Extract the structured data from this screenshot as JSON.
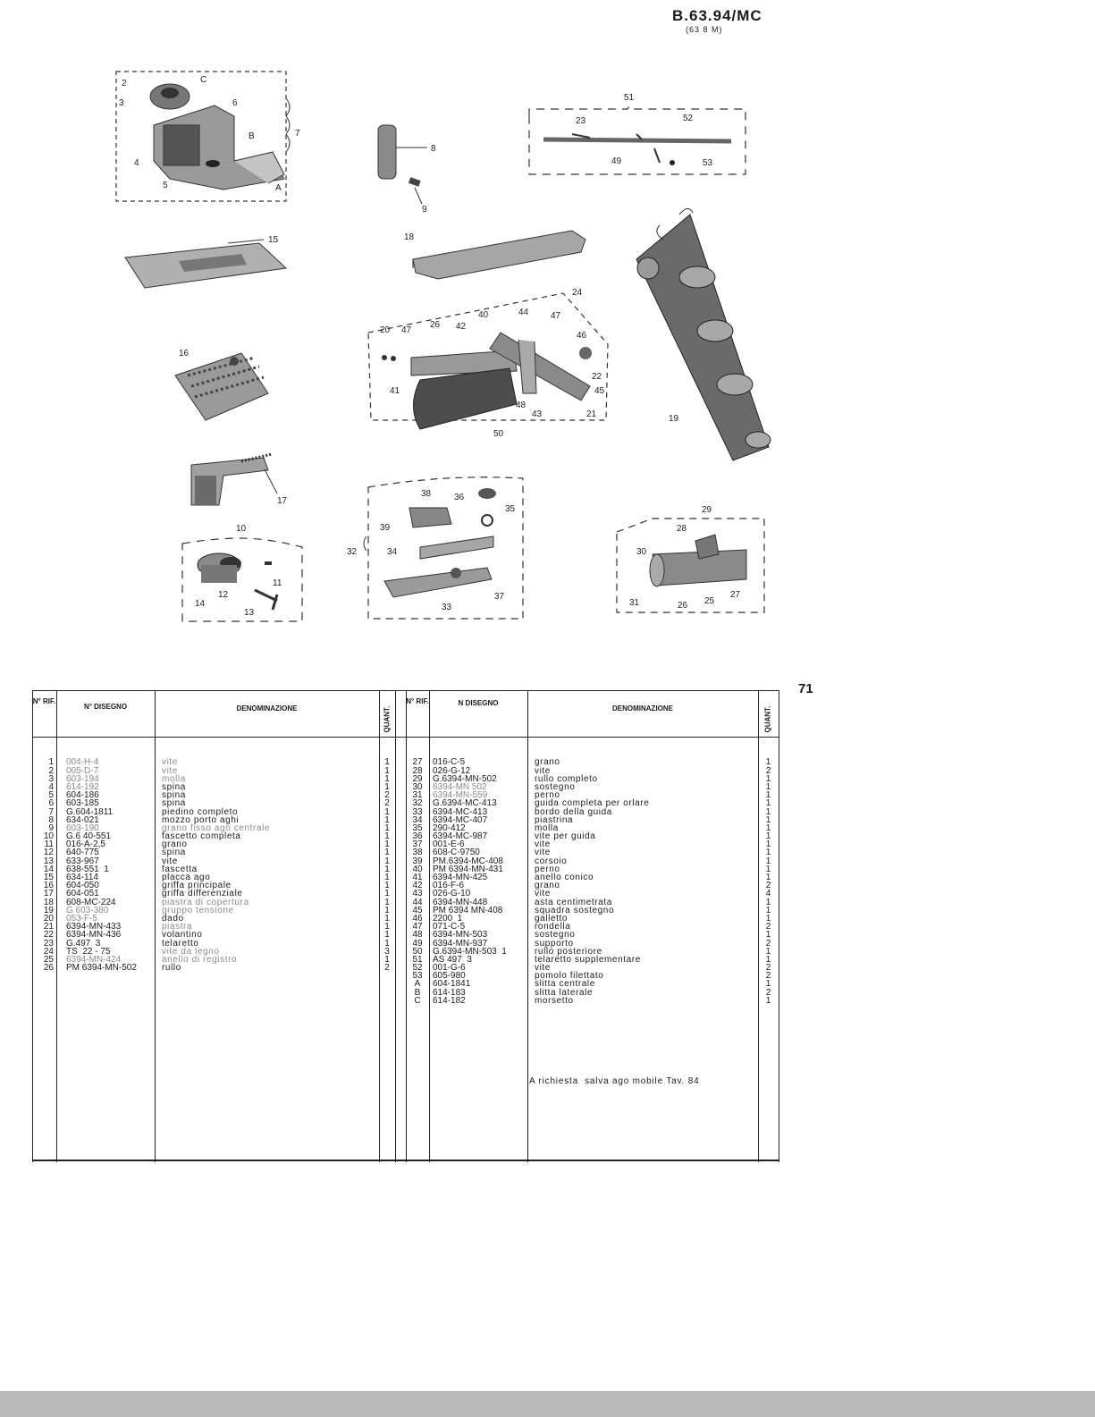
{
  "header": {
    "code": "B.63.94/MC",
    "subcode": "(63 8 M)"
  },
  "page_number": "71",
  "callouts": {
    "g7": [
      "2",
      "C",
      "3",
      "6",
      "B",
      "7",
      "4",
      "5",
      "A"
    ],
    "pin": [
      "8",
      "9"
    ],
    "plate": [
      "15"
    ],
    "cover": [
      "18"
    ],
    "g51": [
      "51",
      "23",
      "52",
      "49",
      "53"
    ],
    "g50": [
      "24",
      "20",
      "47",
      "26",
      "42",
      "40",
      "44",
      "47",
      "46",
      "22",
      "41",
      "45",
      "48",
      "43",
      "21",
      "50"
    ],
    "tension": [
      "19"
    ],
    "feed": [
      "16"
    ],
    "hook": [
      "17"
    ],
    "g10": [
      "10",
      "11",
      "14",
      "12",
      "13"
    ],
    "g32": [
      "38",
      "36",
      "35",
      "39",
      "32",
      "34",
      "33",
      "37"
    ],
    "g29": [
      "29",
      "28",
      "30",
      "31",
      "26",
      "25",
      "27"
    ]
  },
  "table": {
    "headers": {
      "rif": "N° RIF.",
      "disegno": "N° DISEGNO",
      "denominazione": "DENOMINAZIONE",
      "quant": "QUANT.",
      "rif2": "N° RIF.",
      "disegno2": "N DISEGNO",
      "denominazione2": "DENOMINAZIONE",
      "quant2": "QUANT."
    },
    "left_rows": [
      {
        "rif": "1",
        "disegno": "004-H-4",
        "den": "vite",
        "q": "1"
      },
      {
        "rif": "2",
        "disegno": "005-D-7",
        "den": "vite",
        "q": "1"
      },
      {
        "rif": "3",
        "disegno": "603-194",
        "den": "molla",
        "q": "1"
      },
      {
        "rif": "4",
        "disegno": "614-192",
        "den": "spina",
        "q": "1"
      },
      {
        "rif": "5",
        "disegno": "604-186",
        "den": "spina",
        "q": "2"
      },
      {
        "rif": "6",
        "disegno": "603-185",
        "den": "spina",
        "q": "2"
      },
      {
        "rif": "7",
        "disegno": "G.604-1811",
        "den": "piedino completo",
        "q": "1"
      },
      {
        "rif": "8",
        "disegno": "634-021",
        "den": "mozzo porto aghi",
        "q": "1"
      },
      {
        "rif": "9",
        "disegno": "603-190",
        "den": "grano fisso ago centrale",
        "q": "1"
      },
      {
        "rif": "10",
        "disegno": "G.6 40-551",
        "den": "fascetto completa",
        "q": "1"
      },
      {
        "rif": "11",
        "disegno": "016-A-2,5",
        "den": "grano",
        "q": "1"
      },
      {
        "rif": "12",
        "disegno": "640-775",
        "den": "spina",
        "q": "1"
      },
      {
        "rif": "13",
        "disegno": "633-967",
        "den": "vite",
        "q": "1"
      },
      {
        "rif": "14",
        "disegno": "638-551  1",
        "den": "fascetta",
        "q": "1"
      },
      {
        "rif": "15",
        "disegno": "634-114",
        "den": "placca ago",
        "q": "1"
      },
      {
        "rif": "16",
        "disegno": "604-050",
        "den": "griffa principale",
        "q": "1"
      },
      {
        "rif": "17",
        "disegno": "604-051",
        "den": "griffa differenziale",
        "q": "1"
      },
      {
        "rif": "18",
        "disegno": "608-MC-224",
        "den": "piastra di copertura",
        "q": "1"
      },
      {
        "rif": "19",
        "disegno": "G 603-380",
        "den": "gruppo tensione",
        "q": "1"
      },
      {
        "rif": "20",
        "disegno": "053-F-5",
        "den": "dado",
        "q": "1"
      },
      {
        "rif": "21",
        "disegno": "6394-MN-433",
        "den": "piastra",
        "q": "1"
      },
      {
        "rif": "22",
        "disegno": "6394-MN-436",
        "den": "volantino",
        "q": "1"
      },
      {
        "rif": "23",
        "disegno": "G.497  3",
        "den": "telaretto",
        "q": "1"
      },
      {
        "rif": "24",
        "disegno": "TS  22 - 75",
        "den": "vite da legno",
        "q": "3"
      },
      {
        "rif": "25",
        "disegno": "6394-MN-424",
        "den": "anello di registro",
        "q": "1"
      },
      {
        "rif": "26",
        "disegno": "PM 6394-MN-502",
        "den": "rullo",
        "q": "2"
      }
    ],
    "right_rows": [
      {
        "rif": "27",
        "disegno": "016-C-5",
        "den": "grano",
        "q": "1"
      },
      {
        "rif": "28",
        "disegno": "026-G-12",
        "den": "vite",
        "q": "2"
      },
      {
        "rif": "29",
        "disegno": "G.6394-MN-502",
        "den": "rullo completo",
        "q": "1"
      },
      {
        "rif": "30",
        "disegno": "6394-MN 502",
        "den": "sostegno",
        "q": "1"
      },
      {
        "rif": "31",
        "disegno": "6394-MN-559",
        "den": "perno",
        "q": "1"
      },
      {
        "rif": "32",
        "disegno": "G.6394-MC-413",
        "den": "guida completa per orlare",
        "q": "1"
      },
      {
        "rif": "33",
        "disegno": "6394-MC-413",
        "den": "bordo della guida",
        "q": "1"
      },
      {
        "rif": "34",
        "disegno": "6394-MC-407",
        "den": "piastrina",
        "q": "1"
      },
      {
        "rif": "35",
        "disegno": "290-412",
        "den": "molla",
        "q": "1"
      },
      {
        "rif": "36",
        "disegno": "6394-MC-987",
        "den": "vite per guida",
        "q": "1"
      },
      {
        "rif": "37",
        "disegno": "001-E-6",
        "den": "vite",
        "q": "1"
      },
      {
        "rif": "38",
        "disegno": "608-C-9750",
        "den": "vite",
        "q": "1"
      },
      {
        "rif": "39",
        "disegno": "PM.6394-MC-408",
        "den": "corsoio",
        "q": "1"
      },
      {
        "rif": "40",
        "disegno": "PM 6394-MN-431",
        "den": "perno",
        "q": "1"
      },
      {
        "rif": "41",
        "disegno": "6394-MN-425",
        "den": "anello conico",
        "q": "1"
      },
      {
        "rif": "42",
        "disegno": "016-F-6",
        "den": "grano",
        "q": "2"
      },
      {
        "rif": "43",
        "disegno": "026-G-10",
        "den": "vite",
        "q": "4"
      },
      {
        "rif": "44",
        "disegno": "6394-MN-448",
        "den": "asta centimetrata",
        "q": "1"
      },
      {
        "rif": "45",
        "disegno": "PM 6394 MN-408",
        "den": "squadra sostegno",
        "q": "1"
      },
      {
        "rif": "46",
        "disegno": "2200  1",
        "den": "galletto",
        "q": "1"
      },
      {
        "rif": "47",
        "disegno": "071-C-5",
        "den": "rondella",
        "q": "2"
      },
      {
        "rif": "48",
        "disegno": "6394-MN-503",
        "den": "sostegno",
        "q": "1"
      },
      {
        "rif": "49",
        "disegno": "6394-MN-937",
        "den": "supporto",
        "q": "2"
      },
      {
        "rif": "50",
        "disegno": "G.6394-MN-503  1",
        "den": "rullo posteriore",
        "q": "1"
      },
      {
        "rif": "51",
        "disegno": "AS 497  3",
        "den": "telaretto supplementare",
        "q": "1"
      },
      {
        "rif": "52",
        "disegno": "001-G-6",
        "den": "vite",
        "q": "2"
      },
      {
        "rif": "53",
        "disegno": "605-980",
        "den": "pomolo filettato",
        "q": "2"
      },
      {
        "rif": "A",
        "disegno": "604-1841",
        "den": "slitta centrale",
        "q": "1"
      },
      {
        "rif": "B",
        "disegno": "614-183",
        "den": "slitta laterale",
        "q": "2"
      },
      {
        "rif": "C",
        "disegno": "614-182",
        "den": "morsetto",
        "q": "1"
      }
    ],
    "note": "A richiesta  salva ago mobile Tav. 84"
  }
}
